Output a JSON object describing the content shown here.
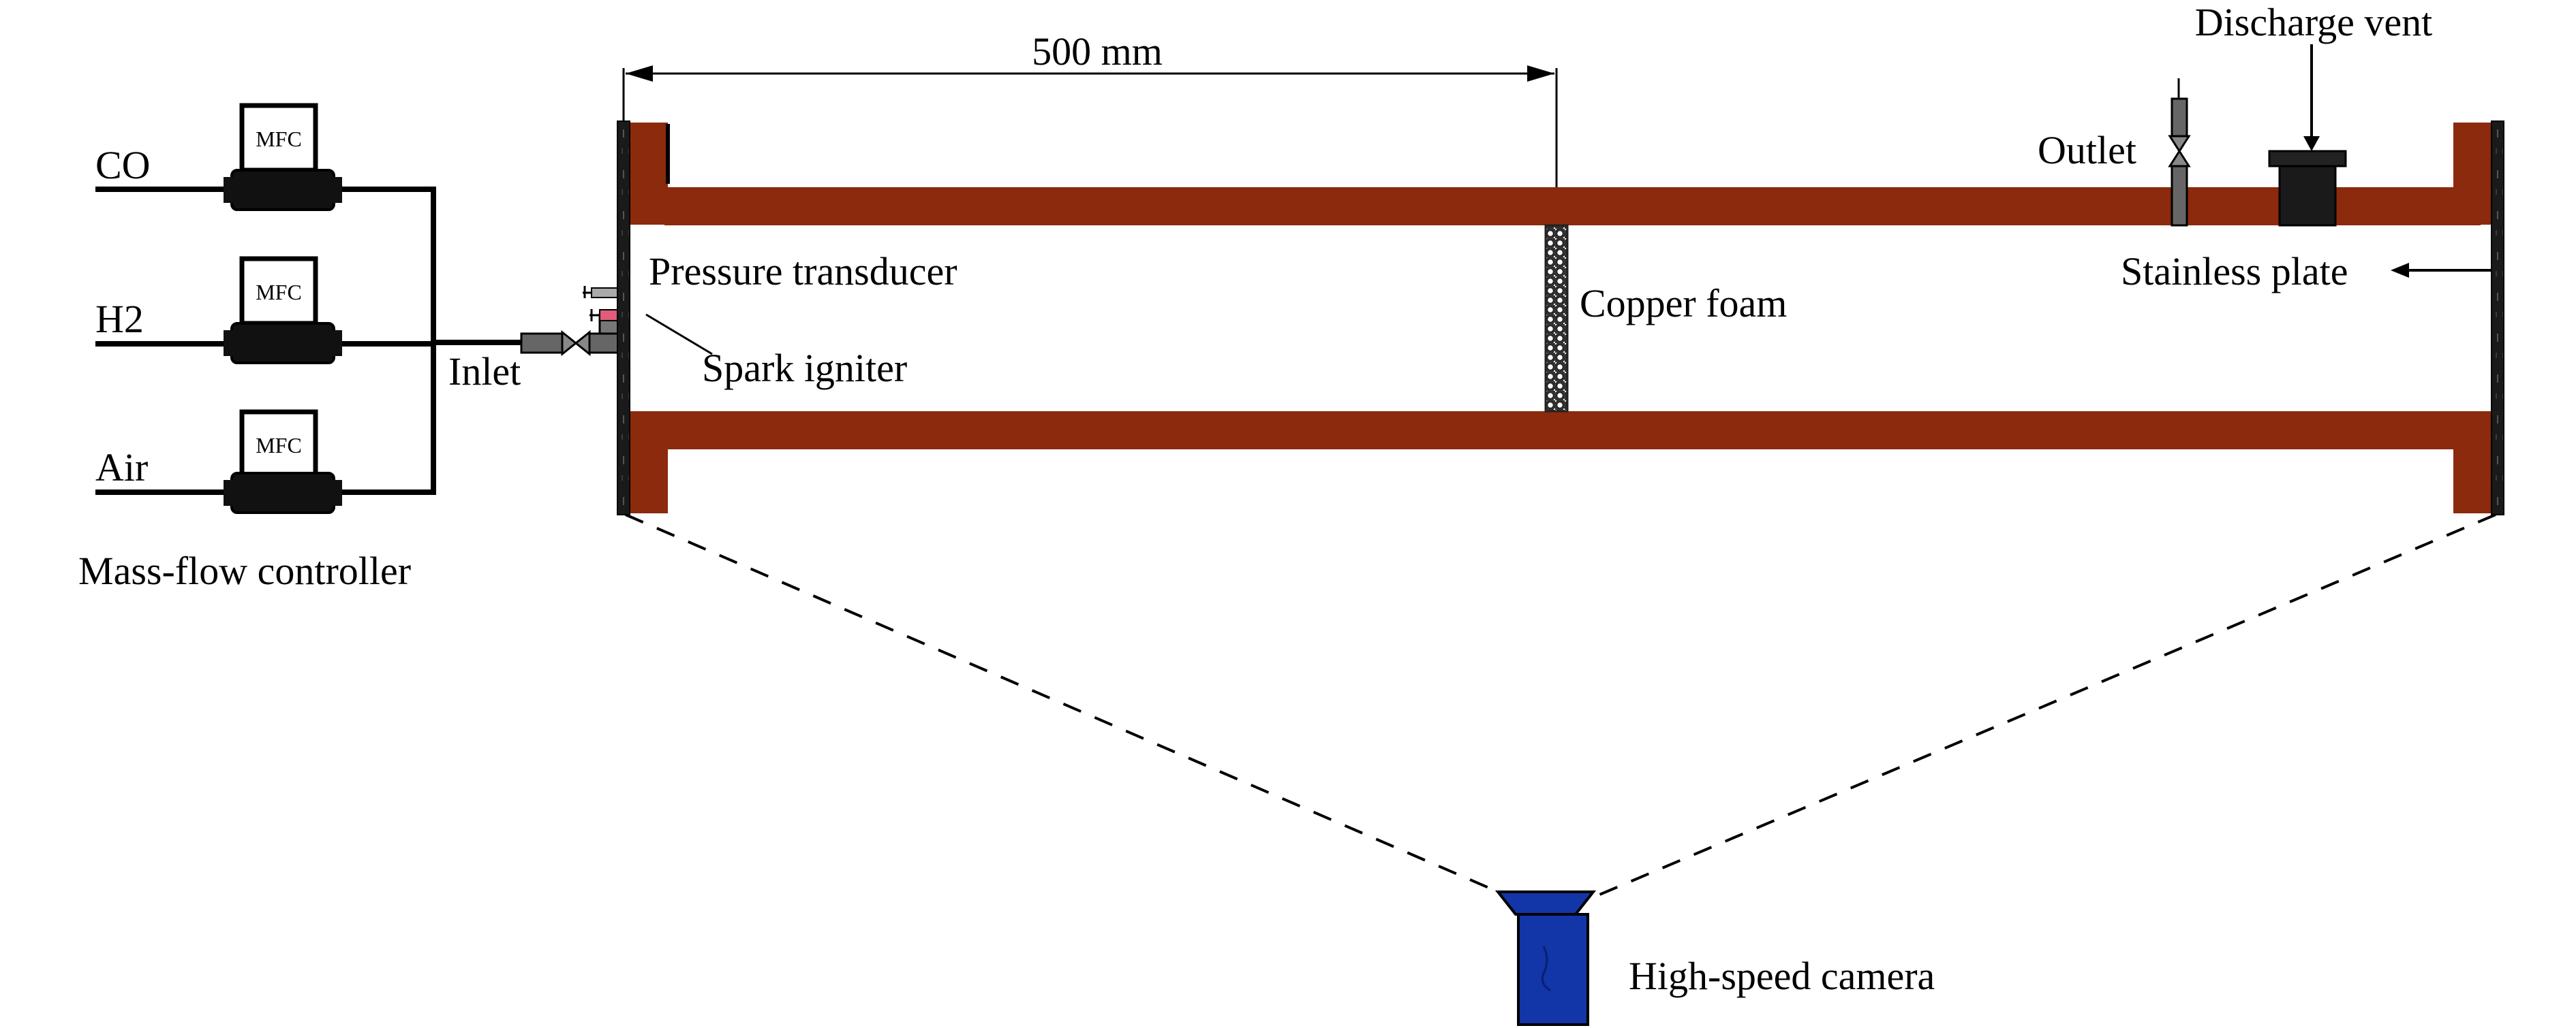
{
  "labels": {
    "co": "CO",
    "h2": "H2",
    "air": "Air",
    "mfc": "MFC",
    "mass_flow_controller": "Mass-flow controller",
    "inlet": "Inlet",
    "pressure_transducer": "Pressure transducer",
    "spark_igniter": "Spark igniter",
    "dimension": "500 mm",
    "copper_foam": "Copper foam",
    "outlet": "Outlet",
    "discharge_vent": "Discharge vent",
    "stainless_plate": "Stainless plate",
    "camera": "High-speed camera"
  },
  "colors": {
    "tube_wall": "#8B2A0C",
    "plate": "#1a1a1a",
    "line": "#000000",
    "camera": "#1235A8",
    "camera_dark": "#0a1f73",
    "foam": "#2a2a2a",
    "valve": "#666666",
    "igniter": "#E05C7A"
  }
}
